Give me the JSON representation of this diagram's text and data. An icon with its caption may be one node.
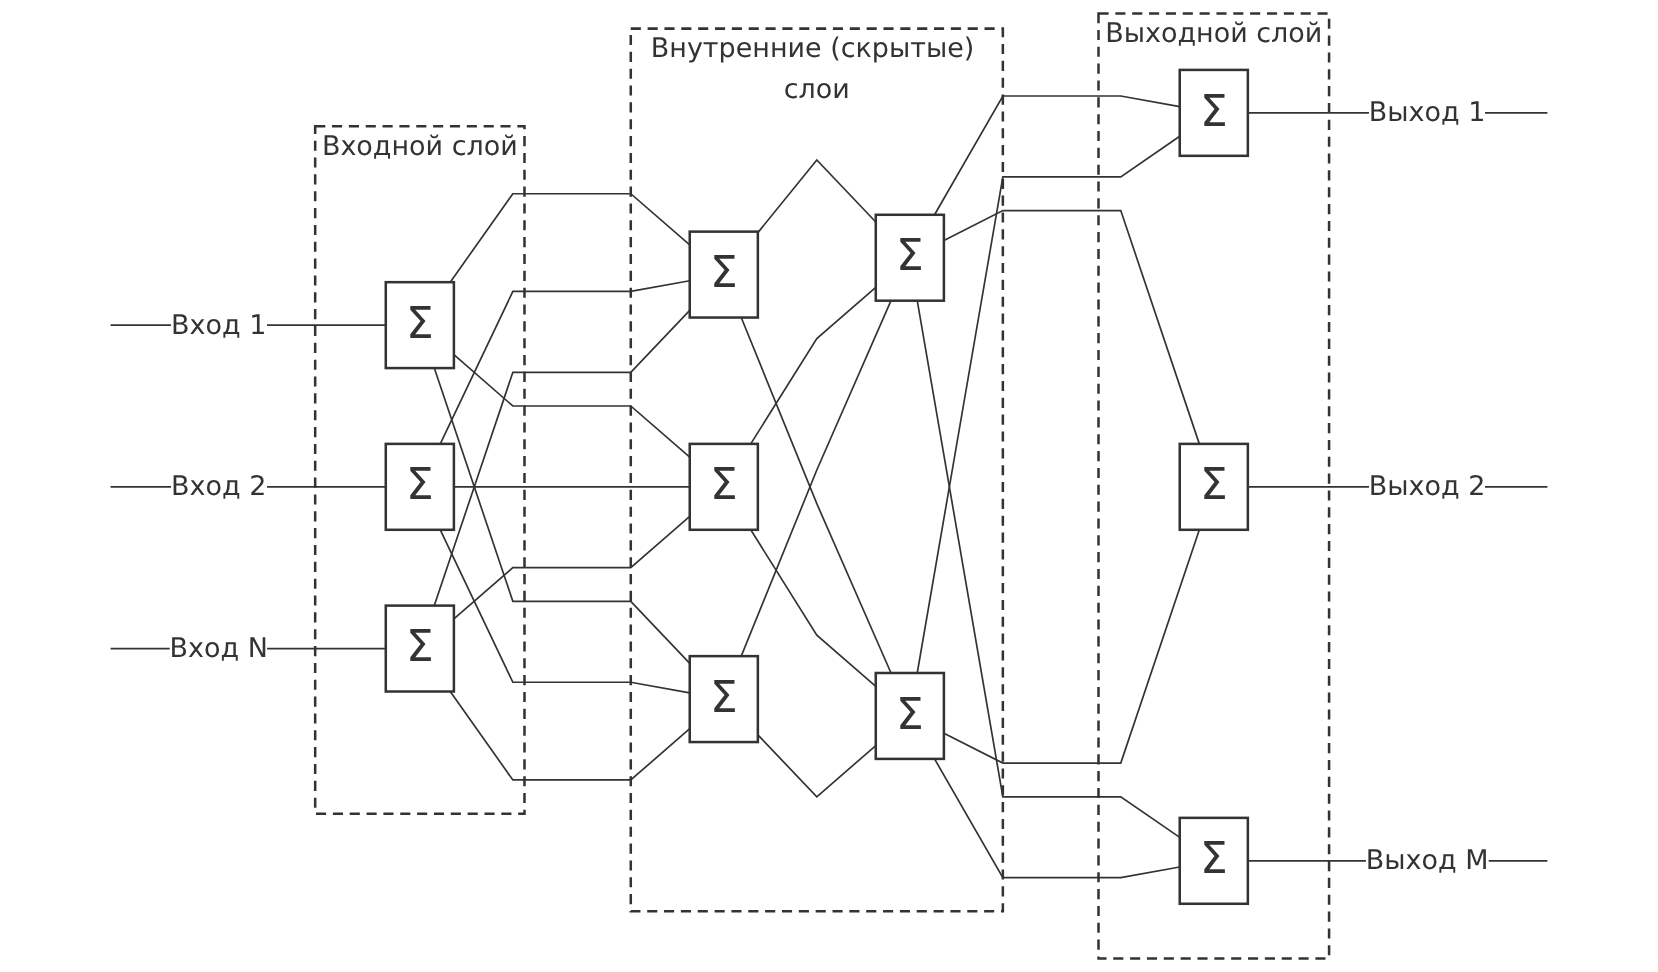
{
  "diagram": {
    "nodes": [
      {
        "text": [
          "Входной слой"
        ]
      },
      {
        "text": [
          "Σ"
        ],
        "in": 0
      },
      {
        "text": [
          "Σ"
        ],
        "in": 0
      },
      {
        "text": [
          "Σ"
        ],
        "in": 0
      },
      {
        "text": [
          "Внутренние (скрытые) слои"
        ]
      },
      {
        "text": [
          "Σ"
        ],
        "in": 4
      },
      {
        "text": [
          "Σ"
        ],
        "in": 4
      },
      {
        "text": [
          "Σ"
        ],
        "in": 4
      },
      {
        "text": [
          "Σ"
        ],
        "in": 4
      },
      {
        "text": [
          "Σ"
        ],
        "in": 4
      },
      {
        "text": [
          "Выходной слой"
        ]
      },
      {
        "text": [
          "Σ"
        ],
        "in": 10
      },
      {
        "text": [
          "Σ"
        ],
        "in": 10
      },
      {
        "text": [
          "Σ"
        ],
        "in": 10
      }
    ],
    "edges": [
      {
        "from": null,
        "to": 1,
        "arrow": "none",
        "label": "Вход 1"
      },
      {
        "from": null,
        "to": 2,
        "arrow": "none",
        "label": "Вход 2"
      },
      {
        "from": null,
        "to": 3,
        "arrow": "none",
        "label": "Вход N"
      },
      {
        "from": 1,
        "to": 5,
        "arrow": "none"
      },
      {
        "from": 1,
        "to": 6,
        "arrow": "none"
      },
      {
        "from": 1,
        "to": 7,
        "arrow": "none"
      },
      {
        "from": 2,
        "to": 5,
        "arrow": "none"
      },
      {
        "from": 2,
        "to": 6,
        "arrow": "none"
      },
      {
        "from": 2,
        "to": 7,
        "arrow": "none"
      },
      {
        "from": 3,
        "to": 5,
        "arrow": "none"
      },
      {
        "from": 3,
        "to": 6,
        "arrow": "none"
      },
      {
        "from": 3,
        "to": 7,
        "arrow": "none"
      },
      {
        "from": 5,
        "to": 8,
        "arrow": "none"
      },
      {
        "from": 5,
        "to": 9,
        "arrow": "none"
      },
      {
        "from": 6,
        "to": 8,
        "arrow": "none"
      },
      {
        "from": 6,
        "to": 9,
        "arrow": "none"
      },
      {
        "from": 7,
        "to": 8,
        "arrow": "none"
      },
      {
        "from": 7,
        "to": 9,
        "arrow": "none"
      },
      {
        "from": 8,
        "to": 11,
        "arrow": "none"
      },
      {
        "from": 8,
        "to": 12,
        "arrow": "none"
      },
      {
        "from": 8,
        "to": 13,
        "arrow": "none"
      },
      {
        "from": 9,
        "to": 11,
        "arrow": "none"
      },
      {
        "from": 9,
        "to": 12,
        "arrow": "none"
      },
      {
        "from": 9,
        "to": 13,
        "arrow": "none"
      },
      {
        "from": 11,
        "to": null,
        "arrow": "none",
        "label": "Выход 1"
      },
      {
        "from": 12,
        "to": null,
        "arrow": "none",
        "label": "Выход 2"
      },
      {
        "from": 13,
        "to": null,
        "arrow": "none",
        "label": "Выход M"
      }
    ]
  }
}
